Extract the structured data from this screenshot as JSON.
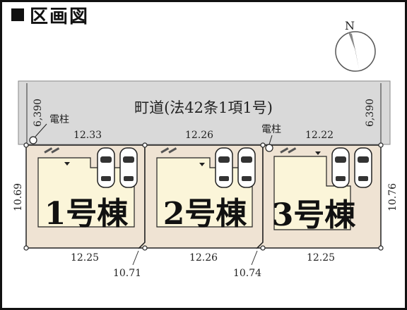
{
  "title": "区画図",
  "road": {
    "label": "町道(法42条1項1号)",
    "width_left": "6,390",
    "width_right": "6,390"
  },
  "compass": {
    "letter": "N"
  },
  "poles": [
    {
      "label": "電柱"
    },
    {
      "label": "電柱"
    }
  ],
  "lots": [
    {
      "name": "1号棟",
      "front": "12.33",
      "back": "12.25",
      "side": "10.69"
    },
    {
      "name": "2号棟",
      "front": "12.26",
      "back": "12.26",
      "side": "10.71"
    },
    {
      "name": "3号棟",
      "front": "12.22",
      "back": "12.25",
      "side": "10.74",
      "side_right": "10.76"
    }
  ],
  "colors": {
    "road": "#d9d9d9",
    "lot": "#efe3d3",
    "house": "#fbf5d9",
    "outline": "#222222"
  },
  "icons": [
    "compass-icon",
    "car-icon",
    "utility-pole-icon",
    "entrance-arrow-icon"
  ]
}
